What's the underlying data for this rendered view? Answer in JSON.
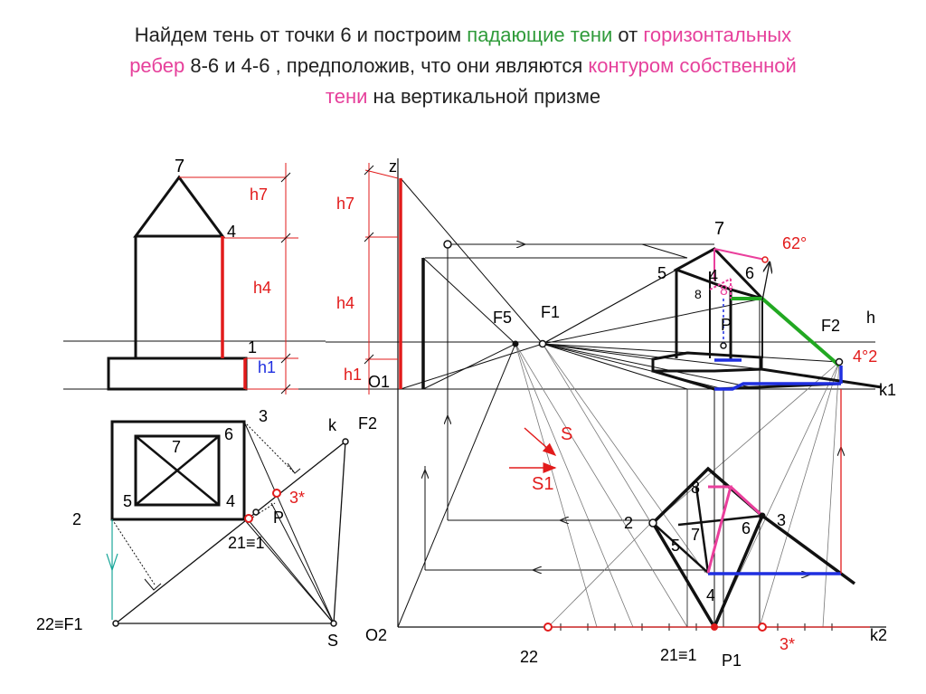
{
  "title": {
    "line1_a": "Найдем тень от точки 6 и построим ",
    "line1_b": "падающие тени",
    "line1_c": " от ",
    "line1_d": "горизонтальных",
    "line2_a": "ребер",
    "line2_b": " 8-6 и 4-6 , предположив, что они являются ",
    "line2_c": "контуром собственной",
    "line3_a": "тени",
    "line3_b": " на вертикальной призме"
  },
  "labels": {
    "p7": "7",
    "p4": "4",
    "h7": "h7",
    "h4": "h4",
    "h1": "h1",
    "p1": "1",
    "plan3": "3",
    "plan6": "6",
    "plan7": "7",
    "plan5": "5",
    "plan4": "4",
    "plan2": "2",
    "k": "k",
    "F2": "F2",
    "star3": "3*",
    "P": "P",
    "two1": "21≡1",
    "twoF": "22≡F1",
    "S": "S",
    "z": "z",
    "mh7": "h7",
    "mh4": "h4",
    "mh1": "h1",
    "O1": "O1",
    "O2": "O2",
    "F5": "F5",
    "F1": "F1",
    "r7": "7",
    "r5": "5",
    "r4": "4",
    "r6": "6",
    "r8": "8",
    "r8s": "8°",
    "r6s": "62°",
    "rP": "P",
    "rF2": "F2",
    "rh": "h",
    "r4s": "4°2",
    "k1": "k1",
    "Sarrow": "S",
    "S1": "S1",
    "b8": "8",
    "b2": "2",
    "b5": "5",
    "b7": "7",
    "b6": "6",
    "b3": "3",
    "b4": "4",
    "b22": "22",
    "b21": "21≡1",
    "bP1": "P1",
    "b3s": "3*",
    "k2": "k2"
  },
  "colors": {
    "red": "#e21b1b",
    "green": "#22a822",
    "blue": "#1f2fe0",
    "pink": "#ea3f9c",
    "teal": "#1aa69a"
  }
}
